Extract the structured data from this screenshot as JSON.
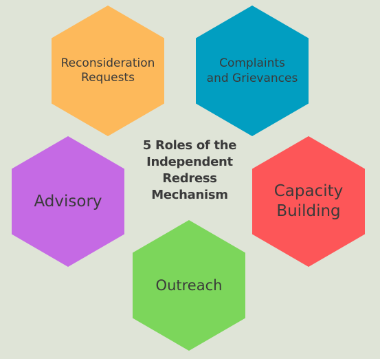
{
  "title": "5 Roles of the\nIndependent\nRedress\nMechanism",
  "roles": [
    {
      "label": "Reconsideration\nRequests",
      "color": "#fdb95b"
    },
    {
      "label": "Complaints\nand Grievances",
      "color": "#019ec1"
    },
    {
      "label": "Advisory",
      "color": "#c56ae4"
    },
    {
      "label": "Capacity\nBuilding",
      "color": "#fd5658"
    },
    {
      "label": "Outreach",
      "color": "#7cd65b"
    }
  ],
  "background": "#dfe4d7"
}
